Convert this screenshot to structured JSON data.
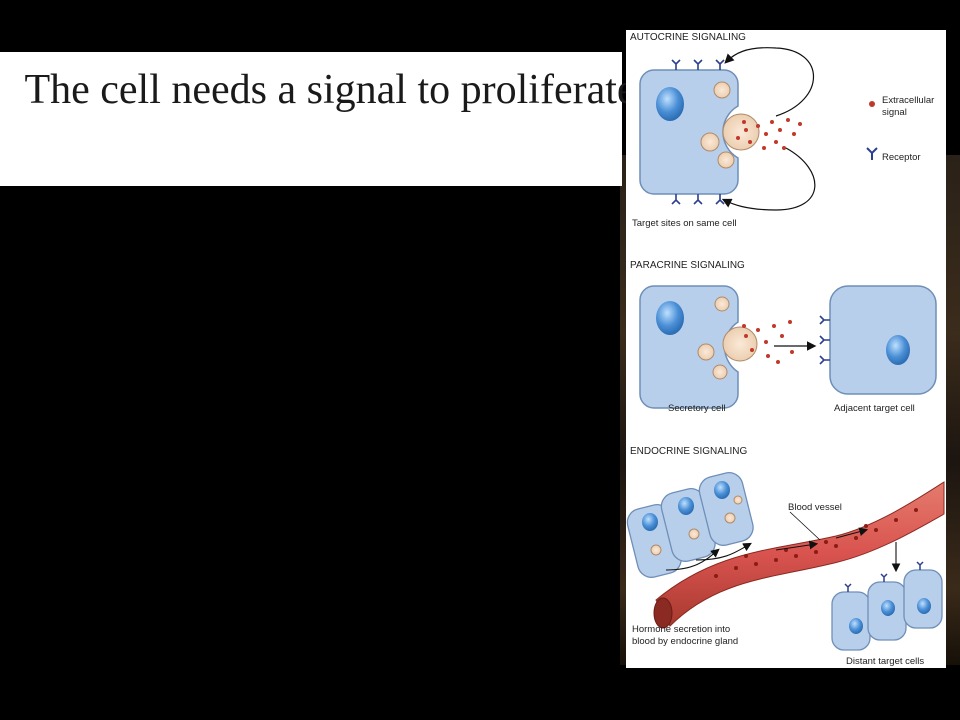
{
  "title": "The cell needs a signal to proliferate",
  "figure": {
    "autocrine": {
      "heading": "AUTOCRINE SIGNALING",
      "caption": "Target sites on same cell"
    },
    "legend": {
      "extracellular_line1": "Extracellular",
      "extracellular_line2": "signal",
      "receptor": "Receptor"
    },
    "paracrine": {
      "heading": "PARACRINE SIGNALING",
      "secretory_caption": "Secretory cell",
      "target_caption": "Adjacent target cell"
    },
    "endocrine": {
      "heading": "ENDOCRINE SIGNALING",
      "vessel_label": "Blood vessel",
      "secretion_line1": "Hormone secretion into",
      "secretion_line2": "blood by endocrine gland",
      "distant_caption": "Distant target cells"
    }
  },
  "colors": {
    "cell_fill": "#b8cfec",
    "cell_stroke": "#6e8fb8",
    "nucleus": "#4a8fd6",
    "signal": "#c0392b",
    "receptor": "#2c3f8f",
    "vessel": "#d9534f"
  }
}
